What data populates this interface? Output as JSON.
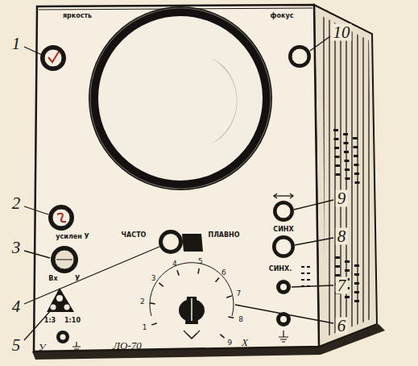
{
  "diagram": {
    "labels": [
      "1",
      "2",
      "3",
      "4",
      "5",
      "6",
      "7",
      "8",
      "9",
      "10",
      "яркость",
      "фокус",
      "усилен У",
      "Вх",
      "У",
      "ЧАСТО",
      "ПЛАВНО",
      "СИНХ",
      "СИНХ.",
      "1:3",
      "1:10",
      "1",
      "2",
      "3",
      "4",
      "5",
      "6",
      "7",
      "8",
      "9",
      "ЛО-70",
      "У",
      "Х"
    ]
  }
}
